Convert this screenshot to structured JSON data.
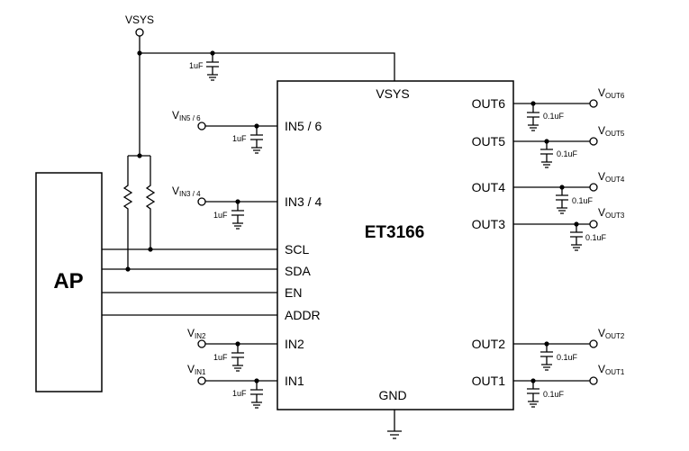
{
  "chip": {
    "name": "ET3166",
    "pins_left": [
      "IN5 / 6",
      "IN3 / 4",
      "SCL",
      "SDA",
      "EN",
      "ADDR",
      "IN2",
      "IN1"
    ],
    "pins_right": [
      "OUT6",
      "OUT5",
      "OUT4",
      "OUT3",
      "OUT2",
      "OUT1"
    ],
    "pin_top": "VSYS",
    "pin_bottom": "GND"
  },
  "ap_block": {
    "label": "AP"
  },
  "supply": {
    "label": "VSYS",
    "cap": "1uF"
  },
  "inputs": [
    {
      "main": "V",
      "sub": "IN5 / 6",
      "cap": "1uF"
    },
    {
      "main": "V",
      "sub": "IN3 / 4",
      "cap": "1uF"
    },
    {
      "main": "V",
      "sub": "IN2",
      "cap": "1uF"
    },
    {
      "main": "V",
      "sub": "IN1",
      "cap": "1uF"
    }
  ],
  "outputs": [
    {
      "main": "V",
      "sub": "OUT6",
      "cap": "0.1uF"
    },
    {
      "main": "V",
      "sub": "OUT5",
      "cap": "0.1uF"
    },
    {
      "main": "V",
      "sub": "OUT4",
      "cap": "0.1uF"
    },
    {
      "main": "V",
      "sub": "OUT3",
      "cap": "0.1uF"
    },
    {
      "main": "V",
      "sub": "OUT2",
      "cap": "0.1uF"
    },
    {
      "main": "V",
      "sub": "OUT1",
      "cap": "0.1uF"
    }
  ]
}
